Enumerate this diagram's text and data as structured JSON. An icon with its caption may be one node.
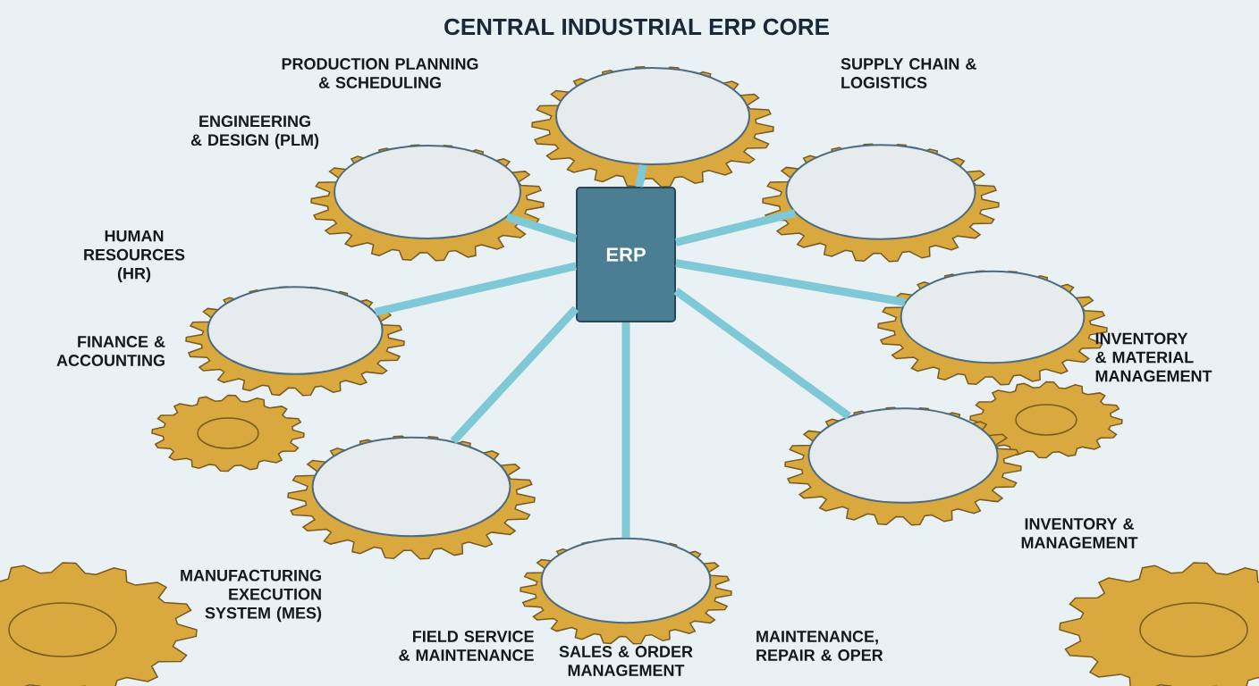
{
  "diagram": {
    "title": "CENTRAL INDUSTRIAL ERP CORE",
    "nodes": [
      {
        "text": [
          "ERP"
        ]
      },
      {
        "text": [],
        "shape": "gear"
      },
      {
        "text": [],
        "shape": "gear"
      },
      {
        "text": [],
        "shape": "gear"
      },
      {
        "text": [],
        "shape": "gear"
      },
      {
        "text": [],
        "shape": "gear"
      },
      {
        "text": [],
        "shape": "gear"
      },
      {
        "text": [],
        "shape": "gear"
      },
      {
        "text": [],
        "shape": "gear"
      }
    ],
    "edges": [
      {
        "from": 0,
        "to": 1,
        "arrow": "none"
      },
      {
        "from": 0,
        "to": 2,
        "arrow": "none"
      },
      {
        "from": 0,
        "to": 3,
        "arrow": "none"
      },
      {
        "from": 0,
        "to": 4,
        "arrow": "none"
      },
      {
        "from": 0,
        "to": 5,
        "arrow": "none"
      },
      {
        "from": 0,
        "to": 6,
        "arrow": "none"
      },
      {
        "from": 0,
        "to": 7,
        "arrow": "none"
      },
      {
        "from": 0,
        "to": 8,
        "arrow": "none"
      }
    ],
    "labels": [
      "PRODUCTION PLANNING & SCHEDULING",
      "SUPPLY CHAIN & LOGISTICS",
      "ENGINEERING & DESIGN (PLM)",
      "HUMAN RESOURCES (HR)",
      "FINANCE & ACCOUNTING",
      "INVENTORY & MATERIAL MANAGEMENT",
      "INVENTORY & MANAGEMENT",
      "MANUFACTURING EXECUTION SYSTEM (MES)",
      "FIELD SERVICE & MAINTENANCE",
      "SALES & ORDER MANAGEMENT",
      "MAINTENANCE, REPAIR & OPER"
    ]
  }
}
